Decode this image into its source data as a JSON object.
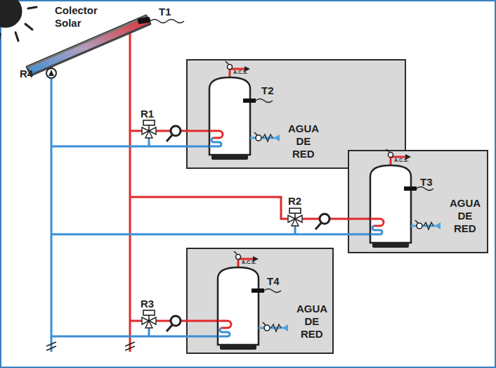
{
  "diagram": {
    "nodes": [
      {
        "text": [
          "AGUA DE RED"
        ]
      },
      {
        "text": [
          "AGUA DE RED"
        ]
      },
      {
        "text": [
          "AGUA DE RED"
        ]
      }
    ],
    "labels": [
      "Colector Solar",
      "T1",
      "R4",
      "R1",
      "A.C.S.",
      "T2",
      "R2",
      "A.C.S.",
      "T3",
      "R3",
      "A.C.S.",
      "T4"
    ]
  }
}
